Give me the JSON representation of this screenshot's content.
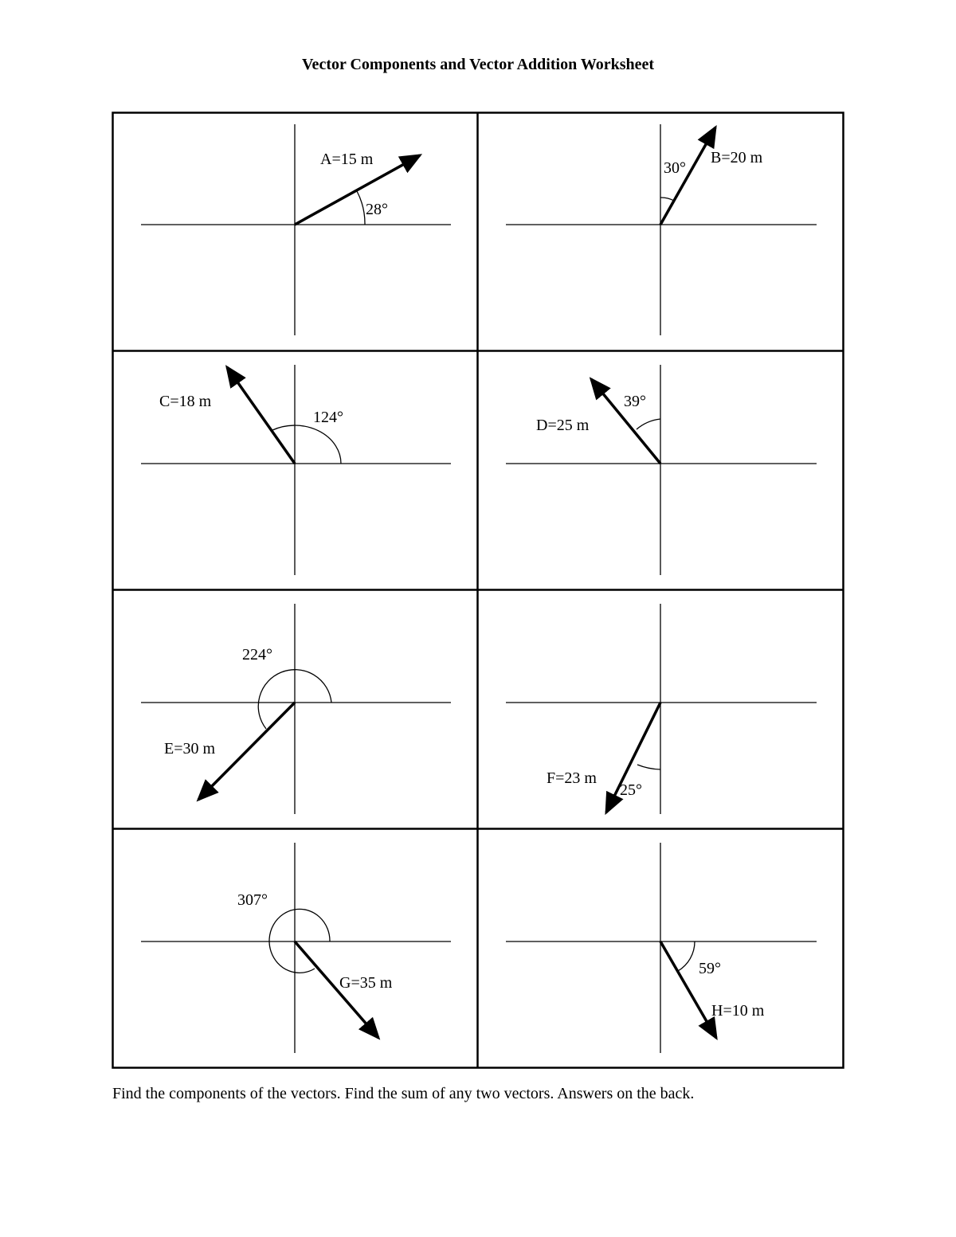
{
  "title": "Vector Components and Vector Addition Worksheet",
  "instructions": "Find the components of the vectors.  Find the sum of any two vectors.  Answers on the back.",
  "vectors": [
    {
      "id": "A",
      "label": "A=15 m",
      "magnitude": 15,
      "unit": "m",
      "angle_label": "28°",
      "angle_value": 28,
      "reference": "from +x axis"
    },
    {
      "id": "B",
      "label": "B=20 m",
      "magnitude": 20,
      "unit": "m",
      "angle_label": "30°",
      "angle_value": 30,
      "reference": "from +y axis"
    },
    {
      "id": "C",
      "label": "C=18 m",
      "magnitude": 18,
      "unit": "m",
      "angle_label": "124°",
      "angle_value": 124,
      "reference": "from +x axis"
    },
    {
      "id": "D",
      "label": "D=25 m",
      "magnitude": 25,
      "unit": "m",
      "angle_label": "39°",
      "angle_value": 39,
      "reference": "from +y axis"
    },
    {
      "id": "E",
      "label": "E=30 m",
      "magnitude": 30,
      "unit": "m",
      "angle_label": "224°",
      "angle_value": 224,
      "reference": "from +x axis"
    },
    {
      "id": "F",
      "label": "F=23 m",
      "magnitude": 23,
      "unit": "m",
      "angle_label": "25°",
      "angle_value": 25,
      "reference": "from -y axis"
    },
    {
      "id": "G",
      "label": "G=35 m",
      "magnitude": 35,
      "unit": "m",
      "angle_label": "307°",
      "angle_value": 307,
      "reference": "from +x axis"
    },
    {
      "id": "H",
      "label": "H=10 m",
      "magnitude": 10,
      "unit": "m",
      "angle_label": "59°",
      "angle_value": 59,
      "reference": "below +x axis"
    }
  ]
}
